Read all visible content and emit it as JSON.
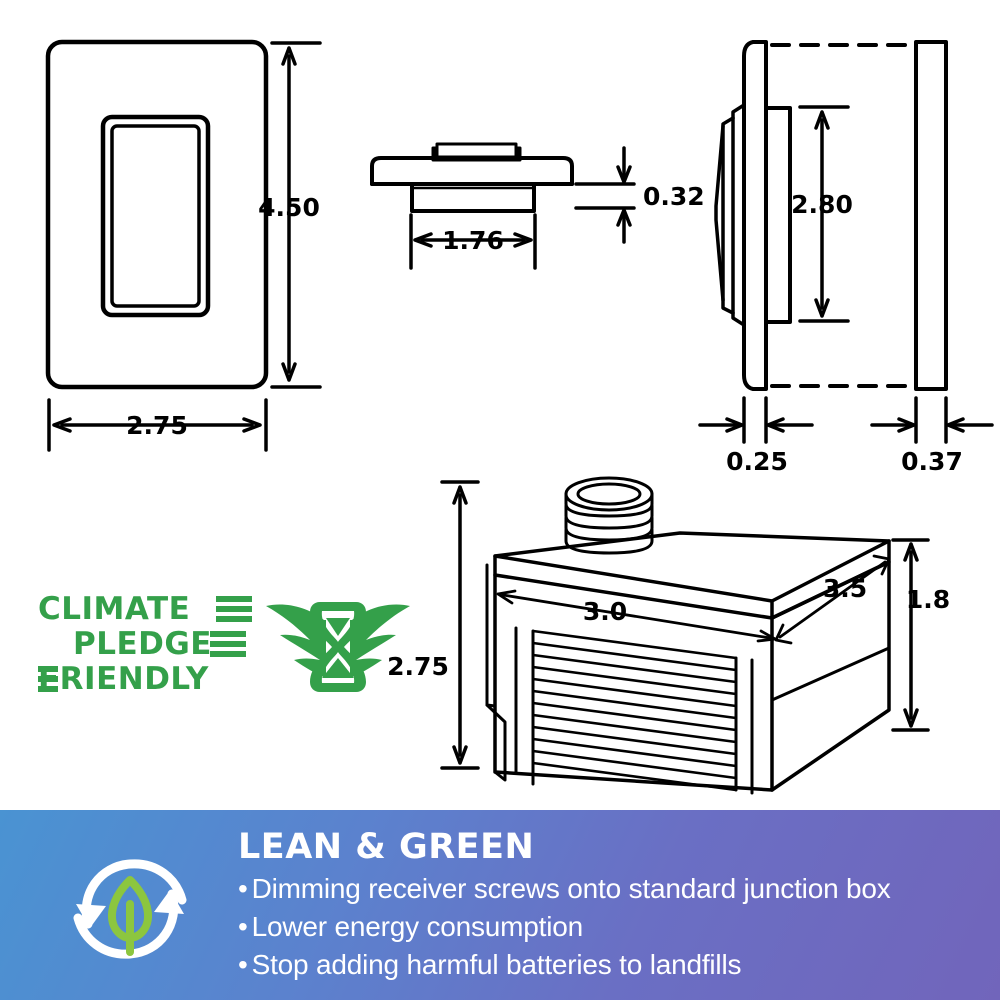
{
  "document": {
    "type": "product-dimension-diagram",
    "title": "Smart Dimmer Switch and Dimming Receiver Dimensions"
  },
  "views": {
    "front_plate": {
      "name": "Wall plate front view",
      "height_label": "4.50",
      "width_label": "2.75"
    },
    "top_profile": {
      "name": "Switch top profile view",
      "depth_label": "0.32",
      "width_label": "1.76"
    },
    "side_profile": {
      "name": "Switch side profile view",
      "height_label": "2.80",
      "body_depth_label": "0.25",
      "plate_depth_label": "0.37"
    },
    "receiver": {
      "name": "Dimming receiver 3D view",
      "height_label": "2.75",
      "width_label": "3.0",
      "depth_label": "3.5",
      "body_height_label": "1.8"
    }
  },
  "climate_pledge": {
    "line1": "CLIMATE",
    "line2": "PLEDGE",
    "line3": "FRIENDLY",
    "color": "#34A04A",
    "icon": "winged-hourglass-icon"
  },
  "banner": {
    "title": "LEAN & GREEN",
    "icon": "recycle-leaf-icon",
    "gradient_from": "#4a93d2",
    "gradient_to": "#7165bb",
    "leaf_color": "#8CC63F",
    "bullet": "•",
    "bullets": [
      "Dimming receiver screws onto standard junction box",
      "Lower energy consumption",
      "Stop adding harmful batteries to landfills"
    ]
  }
}
